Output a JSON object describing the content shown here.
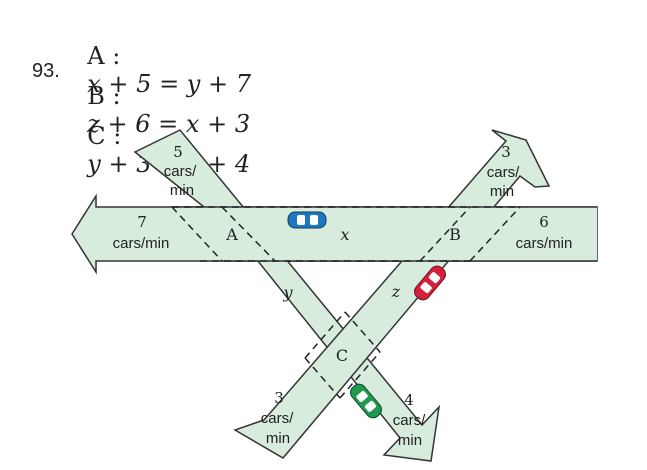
{
  "problem_number": "93.",
  "equations": [
    {
      "label": "A :",
      "expr": "x + 5 = y + 7"
    },
    {
      "label": "B :",
      "expr": "z + 6 = x + 3"
    },
    {
      "label": "C :",
      "expr": "y + 3 = z + 4"
    }
  ],
  "streets": {
    "nw_in": {
      "count": "5",
      "unit_line1": "cars/",
      "unit_line2": "min"
    },
    "ne_out": {
      "count": "3",
      "unit_line1": "cars/",
      "unit_line2": "min"
    },
    "west_out": {
      "count": "7",
      "unit": "cars/min"
    },
    "east_in": {
      "count": "6",
      "unit": "cars/min"
    },
    "sw_in": {
      "count": "3",
      "unit_line1": "cars/",
      "unit_line2": "min"
    },
    "se_out": {
      "count": "4",
      "unit_line1": "cars/",
      "unit_line2": "min"
    }
  },
  "intersections": {
    "a": "A",
    "b": "B",
    "c": "C"
  },
  "variables": {
    "x": "x",
    "y": "y",
    "z": "z"
  },
  "colors": {
    "road_fill": "#d7ecdc",
    "road_stroke": "#333333",
    "car_blue": "#1f77c2",
    "car_red": "#d6203a",
    "car_green": "#1f9a4f"
  }
}
